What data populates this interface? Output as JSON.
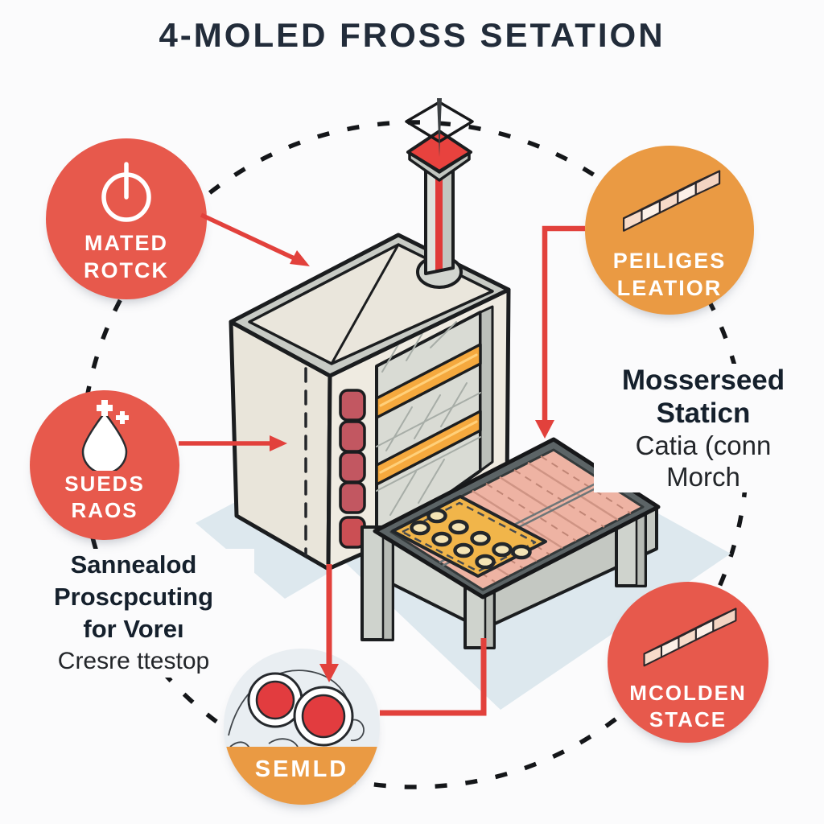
{
  "title": "4-MOLED FROSS SETATION",
  "callouts": {
    "mated_rotck": {
      "line1": "MATED",
      "line2": "ROTCK",
      "icon": "power-icon",
      "color": "#e7594c"
    },
    "peiliges_leatior": {
      "line1": "PEILIGES",
      "line2": "LEATIOR",
      "icon": "sliced-blocks-icon",
      "color": "#ea9a43"
    },
    "sueds_raos": {
      "line1": "SUEDS",
      "line2": "RAOS",
      "icon": "droplet-icon",
      "color": "#e7594c"
    },
    "semld": {
      "label": "SEMLD",
      "icon": "dough-with-cherries-icon",
      "band_color": "#ea9a43",
      "top_color": "#e9eef2"
    },
    "mcolden_stace": {
      "line1": "MCOLDEN",
      "line2": "STACE",
      "icon": "sliced-blocks-icon",
      "color": "#e7594c"
    }
  },
  "annotations": {
    "right_station": {
      "line1": "Mosserseed",
      "line2": "Staticn",
      "line3": "Catia (conn",
      "line4": "Morch"
    },
    "bottom_left": {
      "line1": "Sannealod",
      "line2": "Proscpcuting",
      "line3": "for Voreı",
      "line4": "Cresre ttestop"
    }
  },
  "colors": {
    "coral_badge": "#e7594c",
    "orange_badge": "#ea9a43",
    "arrow_red": "#e2413c",
    "title_navy": "#222c3a",
    "floor_shadow": "#dde8ee",
    "oven_cream": "#efebe1",
    "tray_orange": "#f5a93e",
    "table_salmon": "#eeb3a3",
    "cookie_tray_yellow": "#f1b54a",
    "button_maroon": "#c25761",
    "chimney_stripe_red": "#e03a38"
  },
  "icons": {
    "power-icon": "circle with vertical stem (power symbol)",
    "sliced-blocks-icon": "isometric loaf sliced into four blocks",
    "droplet-icon": "water droplet with two plus sparkles",
    "dough-with-cherries-icon": "doodled dough with two red dots"
  }
}
